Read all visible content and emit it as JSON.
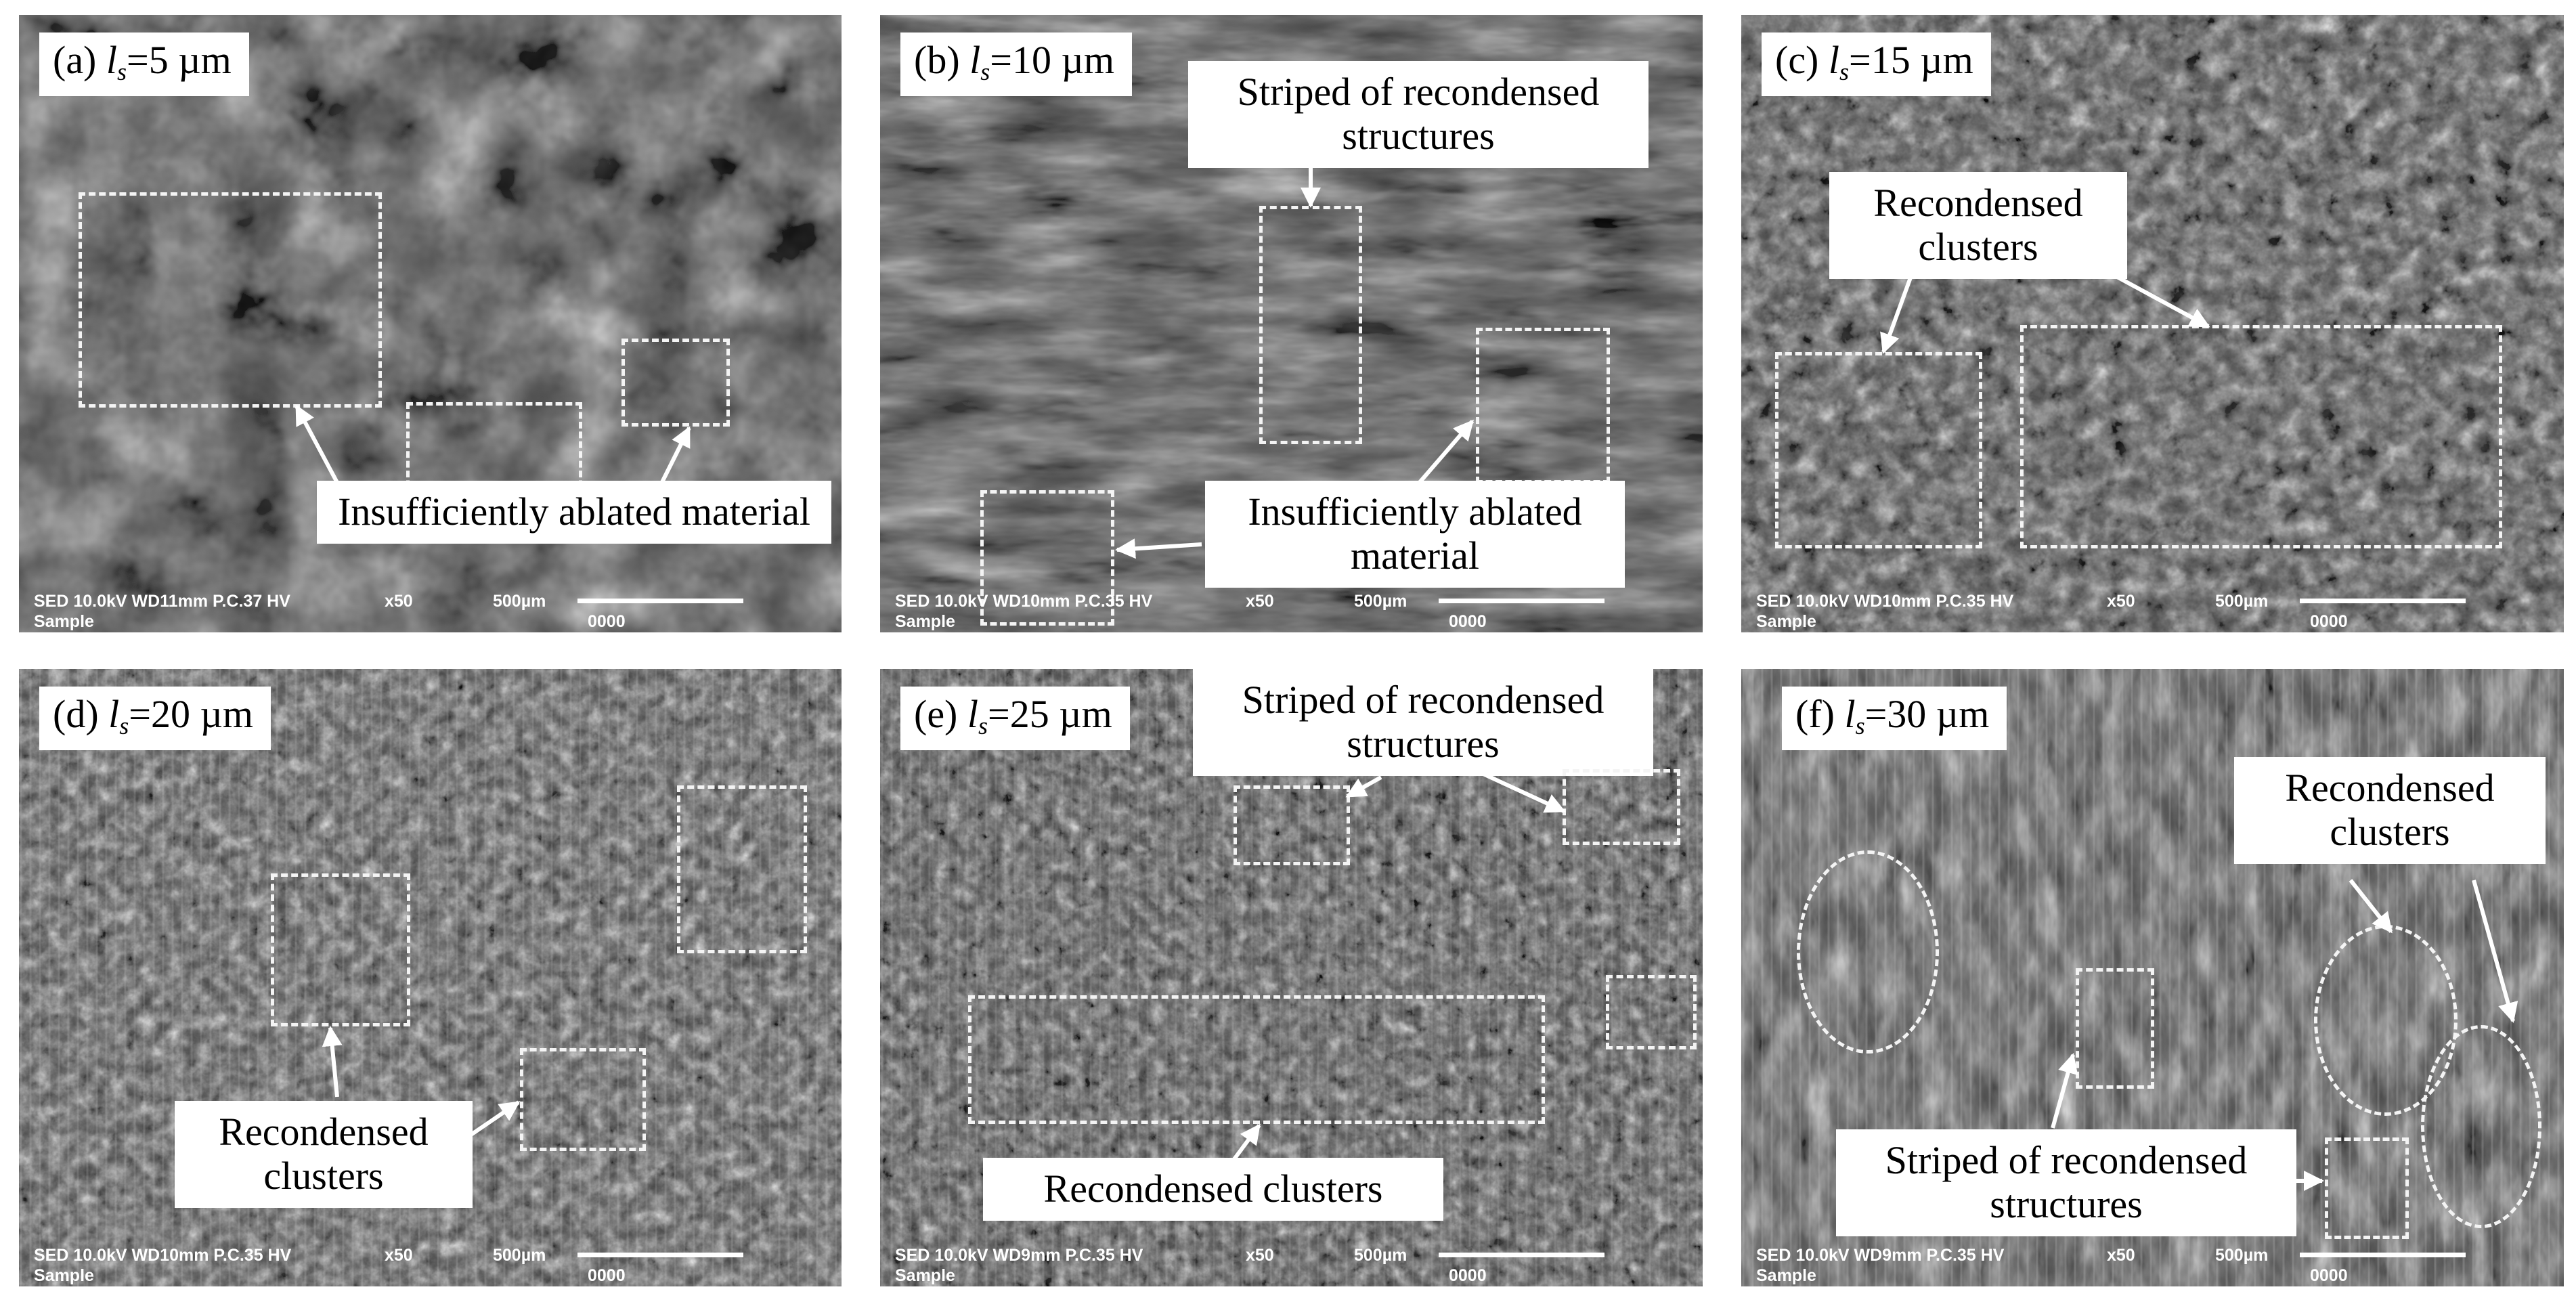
{
  "panels": [
    {
      "label": "(a) ",
      "sym": "l",
      "sub": "s",
      "val": "=5 µm",
      "meta": {
        "line1": "SED 10.0kV WD11mm P.C.37 HV",
        "mag": "x50",
        "scale": "500µm",
        "line2": "Sample",
        "id": "0000"
      }
    },
    {
      "label": "(b) ",
      "sym": "l",
      "sub": "s",
      "val": "=10 µm",
      "meta": {
        "line1": "SED 10.0kV WD10mm P.C.35 HV",
        "mag": "x50",
        "scale": "500µm",
        "line2": "Sample",
        "id": "0000"
      }
    },
    {
      "label": "(c) ",
      "sym": "l",
      "sub": "s",
      "val": "=15 µm",
      "meta": {
        "line1": "SED 10.0kV WD10mm P.C.35 HV",
        "mag": "x50",
        "scale": "500µm",
        "line2": "Sample",
        "id": "0000"
      }
    },
    {
      "label": "(d) ",
      "sym": "l",
      "sub": "s",
      "val": "=20 µm",
      "meta": {
        "line1": "SED 10.0kV WD10mm P.C.35 HV",
        "mag": "x50",
        "scale": "500µm",
        "line2": "Sample",
        "id": "0000"
      }
    },
    {
      "label": "(e) ",
      "sym": "l",
      "sub": "s",
      "val": "=25 µm",
      "meta": {
        "line1": "SED 10.0kV WD9mm P.C.35 HV",
        "mag": "x50",
        "scale": "500µm",
        "line2": "Sample",
        "id": "0000"
      }
    },
    {
      "label": "(f) ",
      "sym": "l",
      "sub": "s",
      "val": "=30 µm",
      "meta": {
        "line1": "SED 10.0kV WD9mm P.C.35 HV",
        "mag": "x50",
        "scale": "500µm",
        "line2": "Sample",
        "id": "0000"
      }
    }
  ],
  "callouts": {
    "a": "Insufficiently ablated material",
    "b_top": "Striped of recondensed structures",
    "b_bottom": "Insufficiently ablated material",
    "c": "Recondensed clusters",
    "d": "Recondensed clusters",
    "e_top": "Striped of recondensed structures",
    "e_bottom": "Recondensed clusters",
    "f_top": "Recondensed clusters",
    "f_bottom": "Striped of recondensed structures"
  }
}
